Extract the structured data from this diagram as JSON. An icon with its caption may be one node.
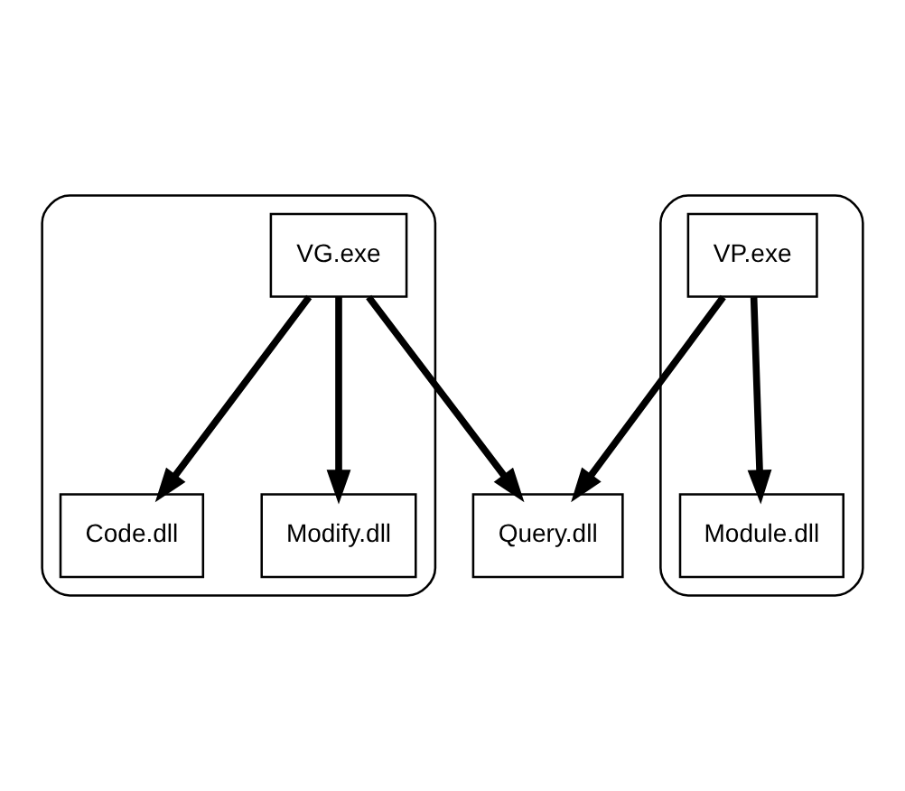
{
  "diagram": {
    "nodes": [
      {
        "text": [],
        "shape": "ellipse"
      },
      {
        "text": [],
        "shape": "ellipse"
      },
      {
        "text": [
          "VG.exe"
        ],
        "in": 0
      },
      {
        "text": [
          "VP.exe"
        ],
        "in": 1
      },
      {
        "text": [
          "Code.dll"
        ],
        "in": 0
      },
      {
        "text": [
          "Modify.dll"
        ],
        "in": 0
      },
      {
        "text": [
          "Query.dll"
        ]
      },
      {
        "text": [
          "Module.dll"
        ],
        "in": 1
      }
    ],
    "edges": [
      {
        "from": 2,
        "to": 4,
        "arrow": "to"
      },
      {
        "from": 2,
        "to": 5,
        "arrow": "to"
      },
      {
        "from": 2,
        "to": 6,
        "arrow": "to"
      },
      {
        "from": 3,
        "to": 6,
        "arrow": "to"
      },
      {
        "from": 3,
        "to": 7,
        "arrow": "to"
      }
    ]
  }
}
